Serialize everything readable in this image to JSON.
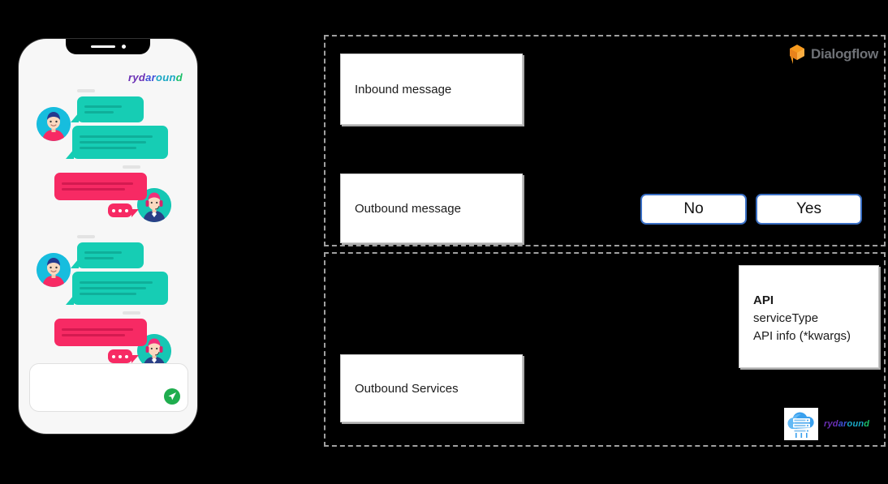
{
  "phone": {
    "brand": {
      "full_text": "rydaround",
      "segments": [
        {
          "text": "ryd",
          "color": "#6a2fb5"
        },
        {
          "text": "ar",
          "color": "#3f51d8"
        },
        {
          "text": "oun",
          "color": "#1aa7c4"
        },
        {
          "text": "d",
          "color": "#1bbf6a"
        }
      ]
    },
    "notch": {
      "speaker": "speaker-bar",
      "camera": "front-camera-dot"
    },
    "conversation": [
      {
        "sender": "user",
        "side": "left",
        "avatar": "user-avatar",
        "bubbles": [
          "short",
          "long"
        ]
      },
      {
        "sender": "agent",
        "side": "right",
        "avatar": "agent-avatar",
        "bubbles": [
          "long"
        ],
        "typing": true
      },
      {
        "sender": "user",
        "side": "left",
        "avatar": "user-avatar",
        "bubbles": [
          "short",
          "long"
        ]
      },
      {
        "sender": "agent",
        "side": "right",
        "avatar": "agent-avatar",
        "bubbles": [
          "long"
        ],
        "typing": true
      }
    ],
    "input": {
      "value": "",
      "placeholder": ""
    },
    "send_icon": "send-paper-plane-icon",
    "colors": {
      "user_bubble": "#16cdb4",
      "agent_bubble": "#f72a64",
      "send_button": "#1fad4e",
      "screen": "#f7f7f7"
    }
  },
  "diagram": {
    "panels": [
      {
        "id": "messaging",
        "boxes": [
          {
            "label": "Inbound message"
          },
          {
            "label": "Outbound message"
          }
        ],
        "buttons": [
          {
            "label": "No"
          },
          {
            "label": "Yes"
          }
        ],
        "logo": {
          "name": "dialogflow-logo",
          "wordmark": "Dialogflow",
          "icon_color": "#f79a1e",
          "text_color": "#6f7277"
        }
      },
      {
        "id": "services",
        "boxes": [
          {
            "label": "Outbound Services"
          }
        ],
        "api_card": {
          "title": "API",
          "lines": [
            "serviceType",
            "API info (*kwargs)"
          ]
        },
        "logo": {
          "name": "rydaround-cloud-logo",
          "wordmark": "rydaround",
          "icon": "cloud-server-icon"
        }
      }
    ],
    "colors": {
      "panel_border": "#a0a0a0",
      "box_border": "#c9c9c9",
      "button_border": "#3a6fc4",
      "background": "#000000"
    }
  }
}
